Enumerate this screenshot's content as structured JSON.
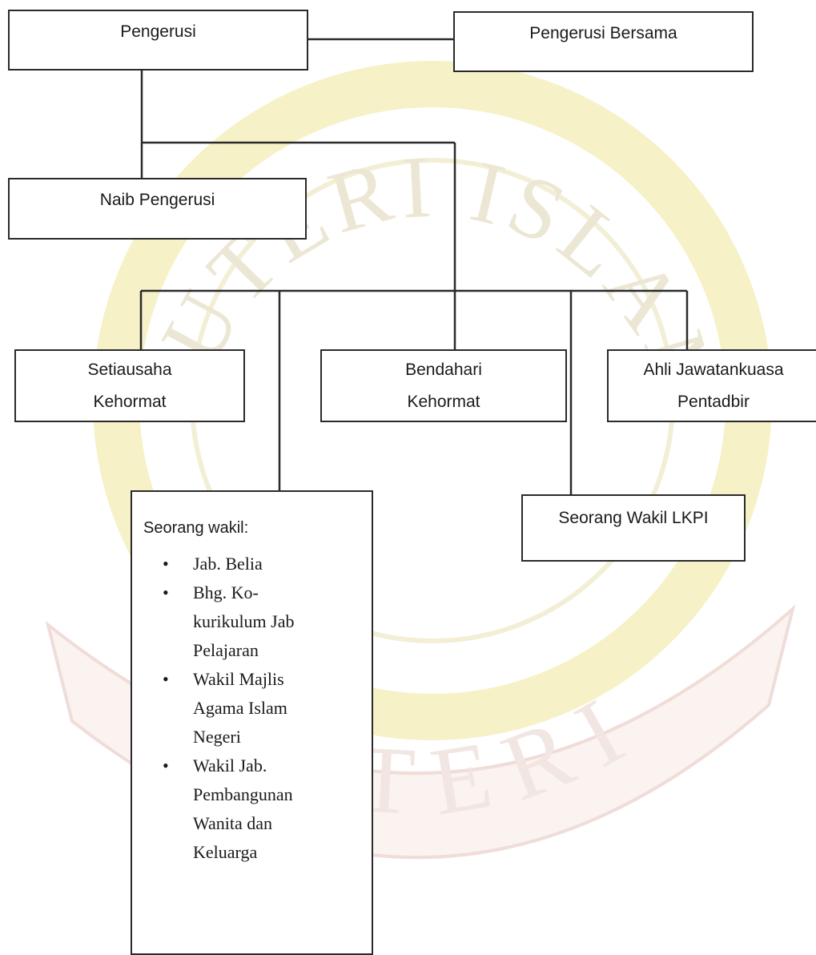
{
  "nodes": {
    "pengerusi": {
      "lines": [
        "Pengerusi"
      ]
    },
    "pengerusi_bersama": {
      "lines": [
        "Pengerusi Bersama"
      ]
    },
    "naib_pengerusi": {
      "lines": [
        "Naib Pengerusi"
      ]
    },
    "setiausaha": {
      "lines": [
        "Setiausaha",
        "Kehormat"
      ]
    },
    "bendahari": {
      "lines": [
        "Bendahari",
        "Kehormat"
      ]
    },
    "ahli_jawatankuasa": {
      "lines": [
        "Ahli Jawatankuasa",
        "Pentadbir"
      ]
    },
    "wakil_lkpi": {
      "lines": [
        "Seorang Wakil LKPI"
      ]
    },
    "seorang_wakil": {
      "heading": "Seorang wakil:",
      "items": [
        [
          "Jab. Belia"
        ],
        [
          "Bhg. Ko-",
          "kurikulum Jab",
          "Pelajaran"
        ],
        [
          "Wakil Majlis",
          "Agama Islam",
          "Negeri"
        ],
        [
          "Wakil Jab.",
          "Pembangunan",
          "Wanita dan",
          "Keluarga"
        ]
      ]
    }
  },
  "watermark": {
    "top_text": "PUTERI ISLAM",
    "bottom_text": "PUTERI",
    "color": "#f3eec0"
  },
  "colors": {
    "line": "#2a2a2a",
    "box_border": "#2a2a2a",
    "text": "#1a1a1a"
  }
}
